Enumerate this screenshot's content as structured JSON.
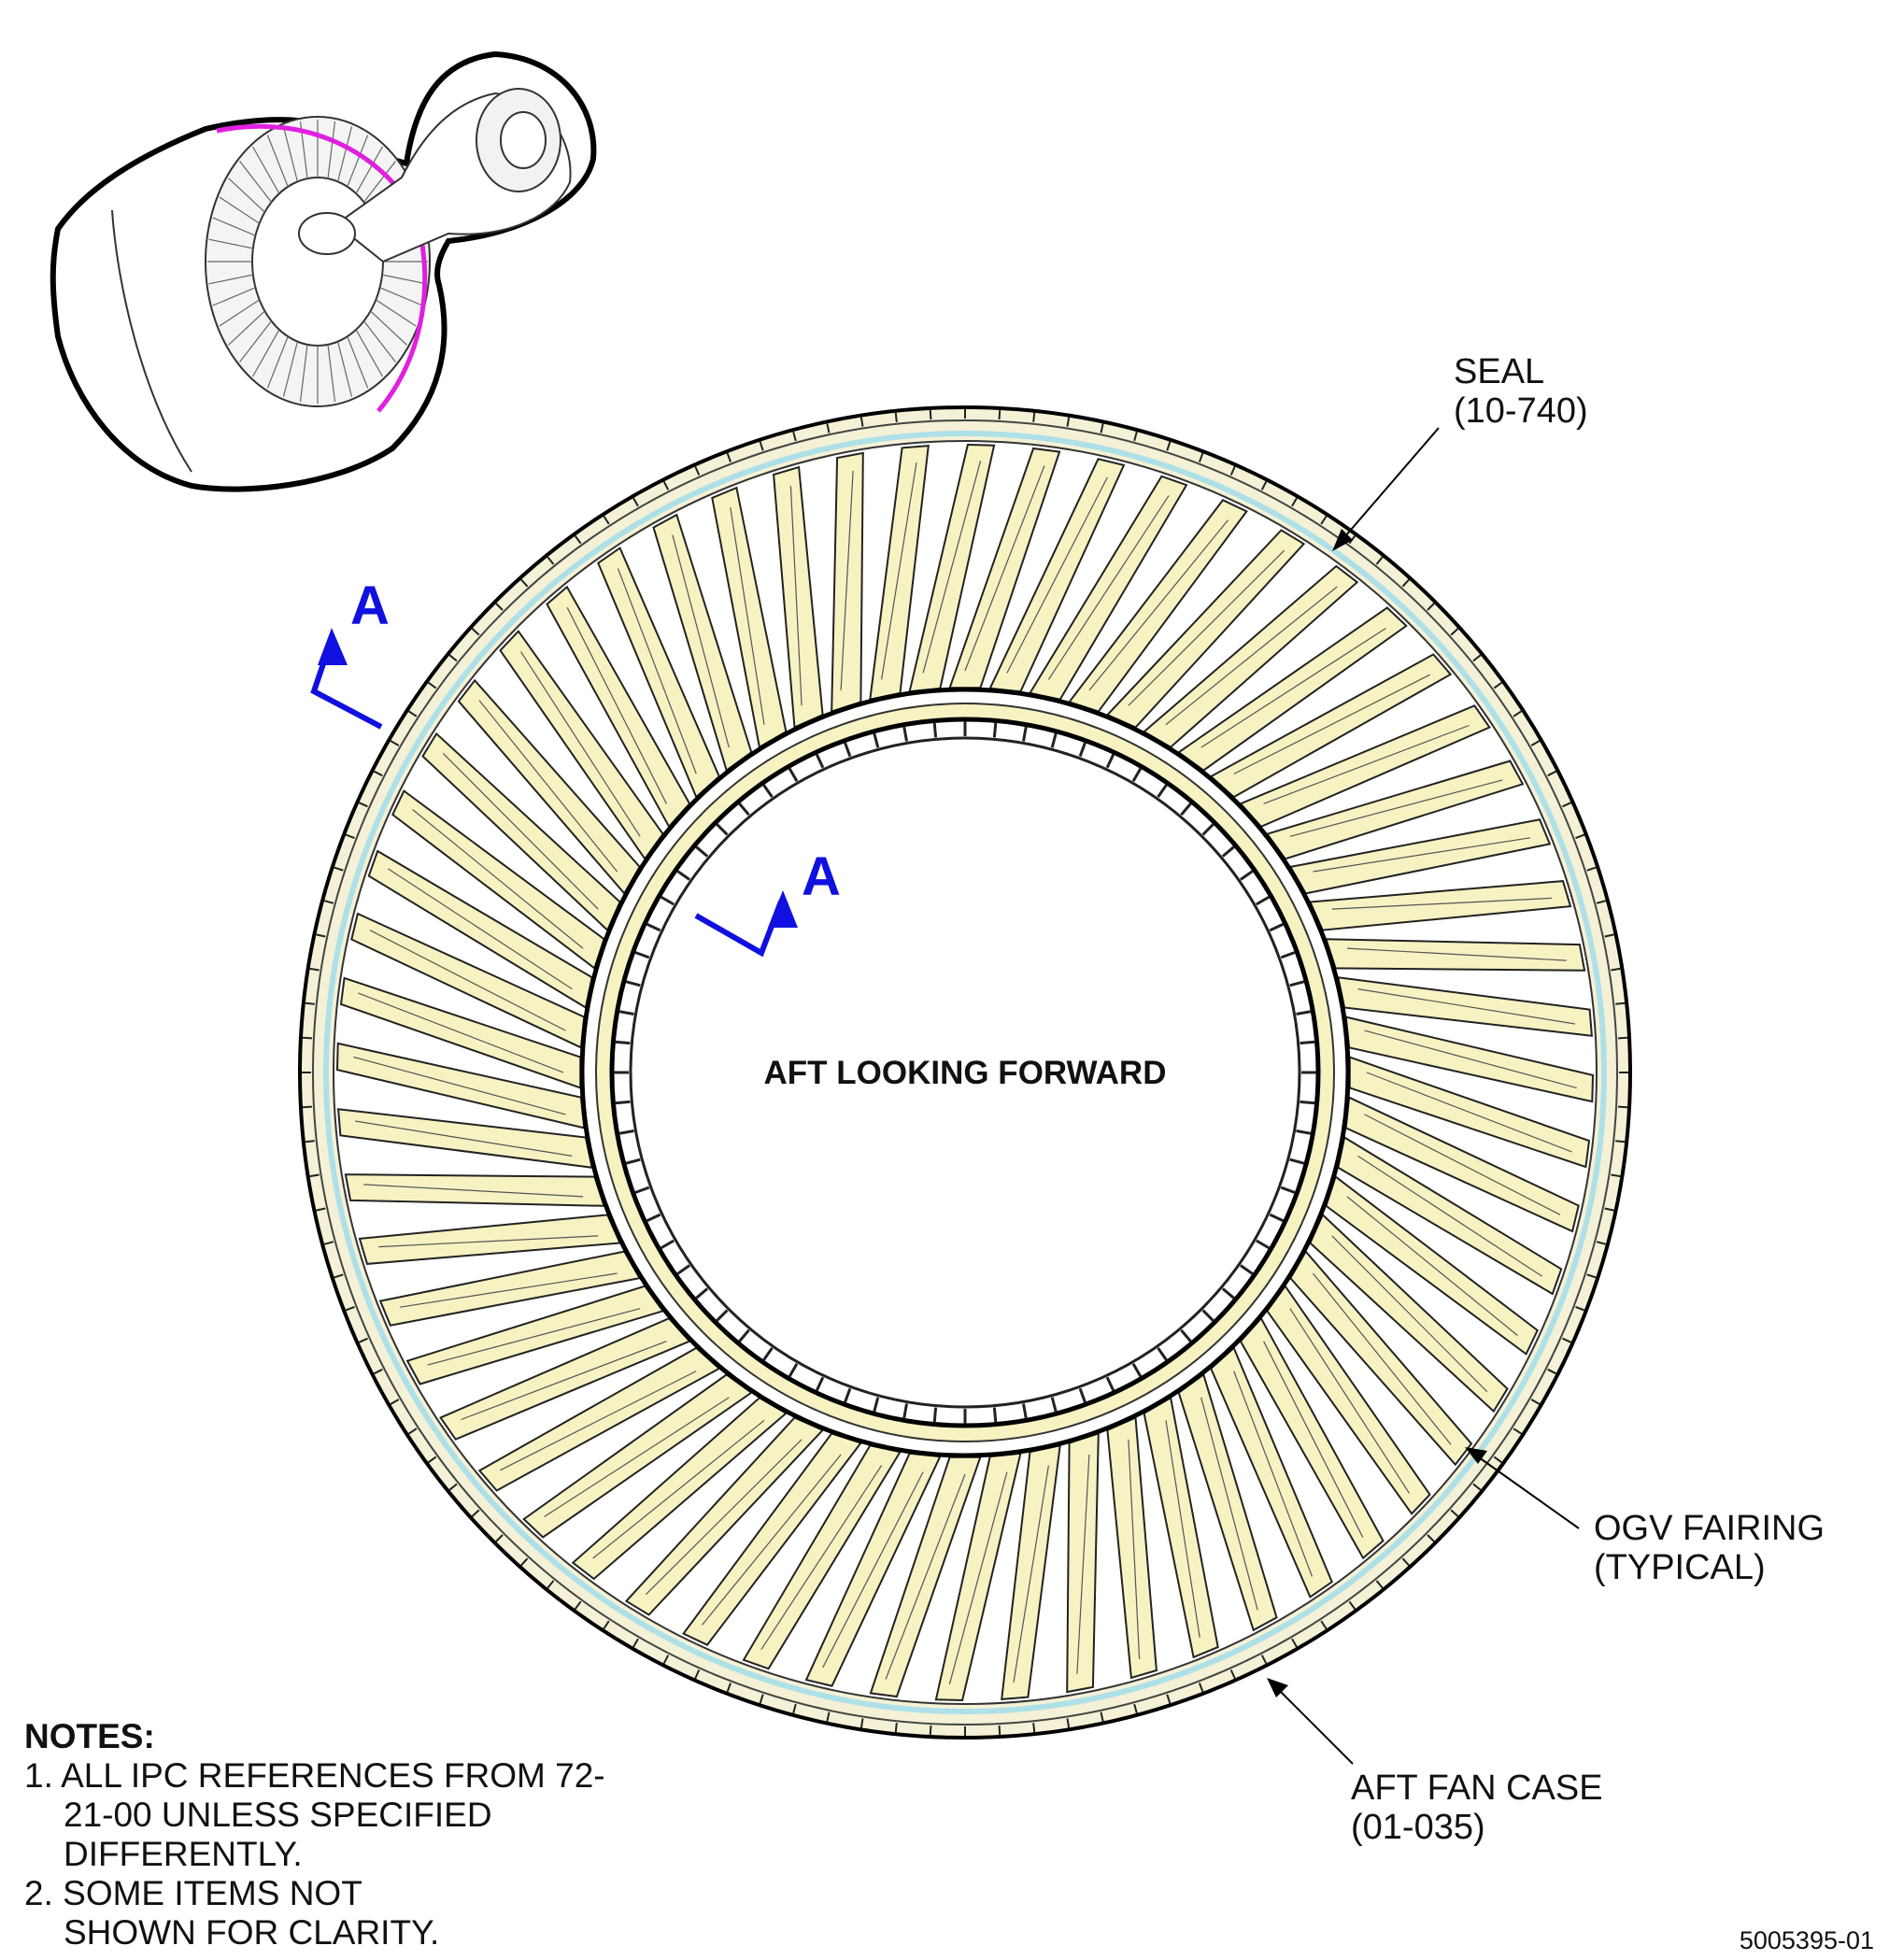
{
  "view_label": "AFT LOOKING FORWARD",
  "section_marker": {
    "letter": "A",
    "color": "#1010e0"
  },
  "callouts": {
    "seal": {
      "name": "SEAL",
      "ref": "(10-740)"
    },
    "ogv_fairing": {
      "name": "OGV FAIRING",
      "ref": "(TYPICAL)"
    },
    "aft_fan_case": {
      "name": "AFT FAN CASE",
      "ref": "(01-035)"
    }
  },
  "notes": {
    "title": "NOTES:",
    "items": [
      "1. ALL IPC REFERENCES FROM 72-21-00 UNLESS SPECIFIED DIFFERENTLY.",
      "2. SOME ITEMS NOT SHOWN FOR CLARITY."
    ]
  },
  "drawing_number": "5005395-01",
  "colors": {
    "vane_fill": "#f7f2c2",
    "case_fill": "#f5f1d6",
    "seal_ring": "#aee0e8",
    "highlight": "#e020e0",
    "section_marker": "#1010e0"
  }
}
